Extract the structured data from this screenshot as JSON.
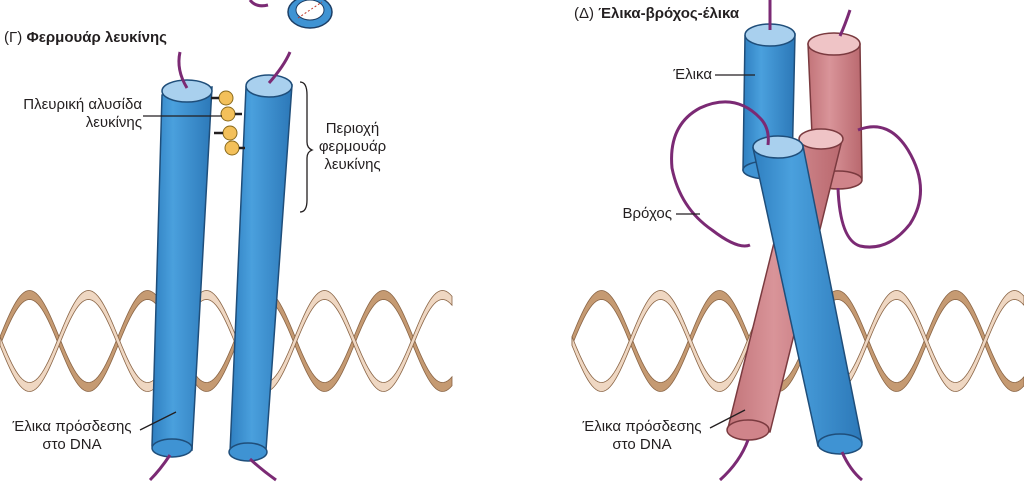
{
  "panel_g": {
    "tag": "(Γ)",
    "title": "Φερμουάρ λευκίνης",
    "side_chain_label_1": "Πλευρική αλυσίδα",
    "side_chain_label_2": "λευκίνης",
    "zipper_region_1": "Περιοχή",
    "zipper_region_2": "φερμουάρ",
    "zipper_region_3": "λευκίνης",
    "dna_helix_1": "Έλικα πρόσδεσης",
    "dna_helix_2": "στο DNA"
  },
  "panel_d": {
    "tag": "(Δ)",
    "title": "Έλικα-βρόχος-έλικα",
    "helix_label": "Έλικα",
    "loop_label": "Βρόχος",
    "dna_helix_1": "Έλικα πρόσδεσης",
    "dna_helix_2": "στο DNA"
  },
  "colors": {
    "blue_helix": "#3f93d3",
    "blue_helix_top": "#a9d0ee",
    "pink_helix": "#d0848a",
    "pink_helix_top": "#efc4c6",
    "loop_purple": "#7b2a74",
    "dna_light": "#efd7c2",
    "dna_dark": "#c59a72",
    "leucine_yellow": "#f3c05a"
  }
}
